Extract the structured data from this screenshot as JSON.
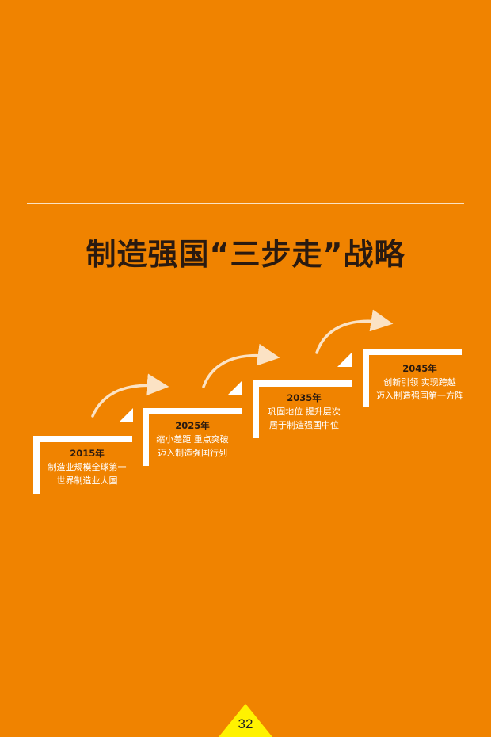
{
  "title": "制造强国“三步走”战略",
  "steps": [
    {
      "year": "2015年",
      "line1": "制造业规模全球第一",
      "line2": "世界制造业大国"
    },
    {
      "year": "2025年",
      "line1": "缩小差距 重点突破",
      "line2": "迈入制造强国行列"
    },
    {
      "year": "2035年",
      "line1": "巩固地位 提升层次",
      "line2": "居于制造强国中位"
    },
    {
      "year": "2045年",
      "line1": "创新引领 实现跨越",
      "line2": "迈入制造强国第一方阵"
    }
  ],
  "page_number": "32",
  "colors": {
    "background": "#f08300",
    "step_fill": "#ffffff",
    "title_text": "#2a1a10",
    "page_badge": "#fff200"
  }
}
